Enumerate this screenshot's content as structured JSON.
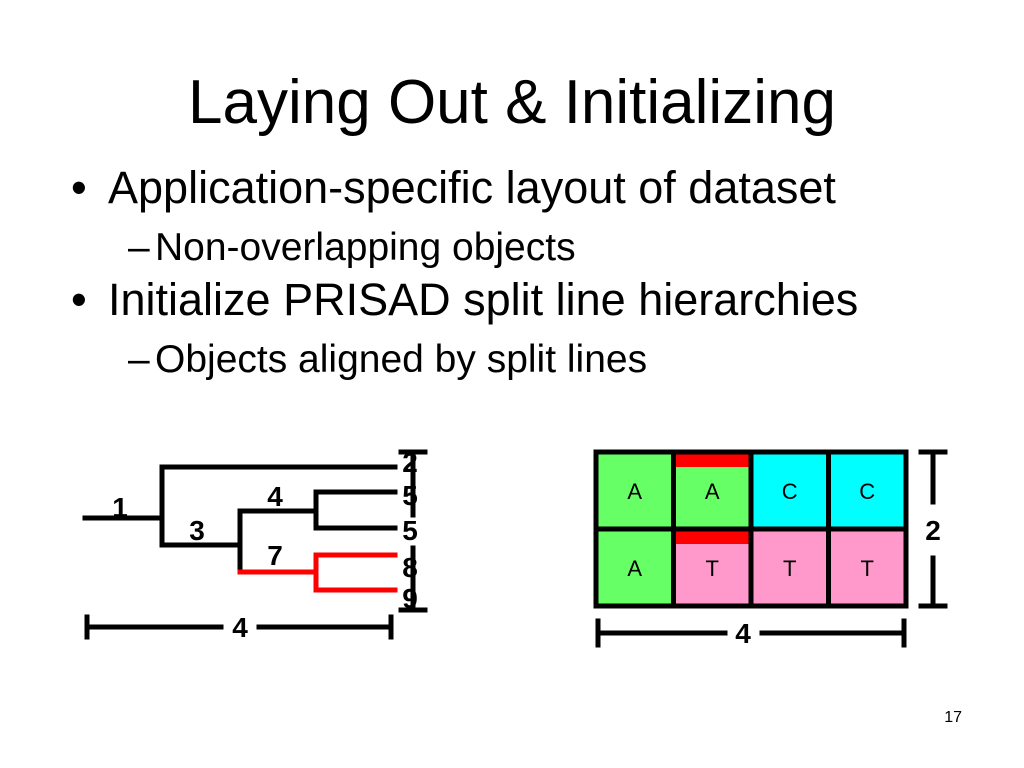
{
  "slide": {
    "title": "Laying Out & Initializing",
    "bullet_glyph": "•",
    "sub_bullet_glyph": "–",
    "bullets": [
      {
        "text": "Application-specific layout of dataset",
        "sub": [
          "Non-overlapping objects"
        ]
      },
      {
        "text": "Initialize PRISAD split line hierarchies",
        "sub": [
          "Objects aligned by split lines"
        ]
      }
    ],
    "page_number": "17"
  },
  "tree_diagram": {
    "node_labels": {
      "root": "1",
      "lower_branch": "3",
      "upper_subtree": "4",
      "highlighted_subtree": "7"
    },
    "leaf_labels": [
      "2",
      "5",
      "8",
      "9"
    ],
    "height_label": "5",
    "width_label": "4",
    "highlight_color": "#ff0000"
  },
  "grid_diagram": {
    "rows": [
      [
        {
          "label": "A",
          "marked": false
        },
        {
          "label": "A",
          "marked": true
        },
        {
          "label": "C",
          "marked": false
        },
        {
          "label": "C",
          "marked": false
        }
      ],
      [
        {
          "label": "A",
          "marked": false
        },
        {
          "label": "T",
          "marked": true
        },
        {
          "label": "T",
          "marked": false
        },
        {
          "label": "T",
          "marked": false
        }
      ]
    ],
    "height_label": "2",
    "width_label": "4",
    "cell_colors": {
      "A": "#66ff66",
      "C": "#00ffff",
      "T": "#ff99cc"
    },
    "marker_color": "#ff0000"
  }
}
